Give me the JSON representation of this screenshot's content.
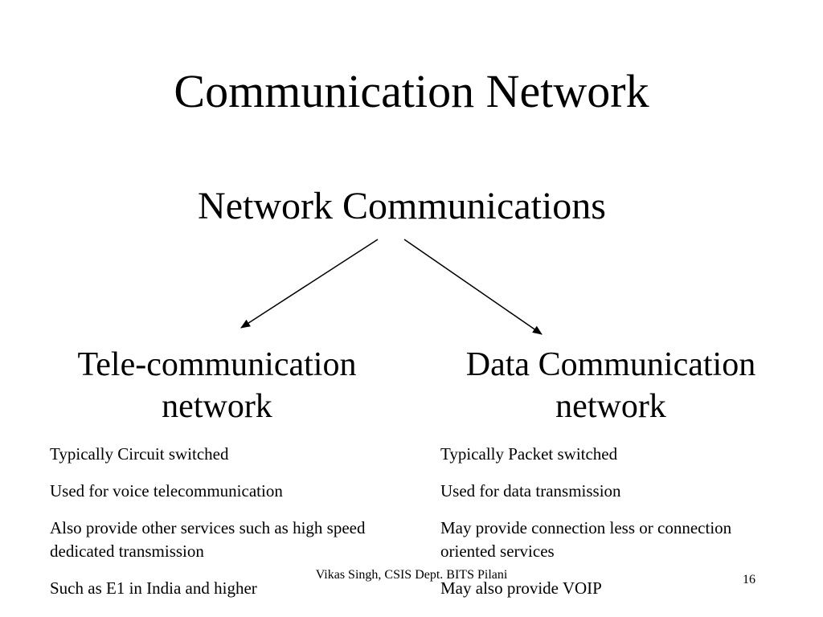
{
  "slide": {
    "title": "Communication Network",
    "subtitle": "Network Communications",
    "left": {
      "heading_line1": "Tele-communication",
      "heading_line2": "network",
      "points": [
        "Typically Circuit switched",
        "Used for voice telecommunication",
        "Also provide other services such as high speed dedicated transmission",
        "Such as E1 in India and higher"
      ]
    },
    "right": {
      "heading_line1": "Data Communication",
      "heading_line2": "network",
      "points": [
        "Typically Packet switched",
        "Used for data transmission",
        "May provide connection less or connection oriented services",
        "May also provide VOIP"
      ]
    },
    "footer": "Vikas Singh, CSIS Dept. BITS Pilani",
    "page_number": "16"
  }
}
